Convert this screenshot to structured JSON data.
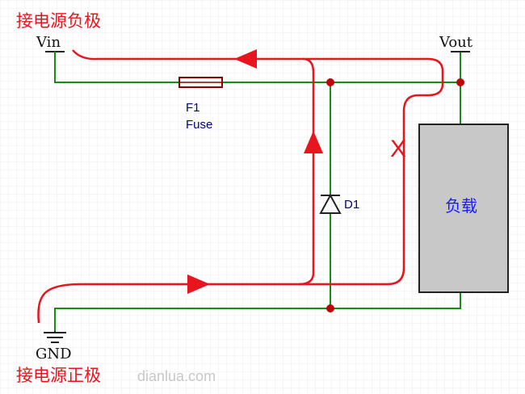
{
  "annotations": {
    "top_label": "接电源负极",
    "bottom_label": "接电源正极",
    "blocked_mark": "X"
  },
  "ports": {
    "vin": "Vin",
    "vout": "Vout",
    "gnd": "GND"
  },
  "components": {
    "fuse": {
      "ref": "F1",
      "value": "Fuse"
    },
    "diode": {
      "ref": "D1"
    },
    "load": {
      "label": "负载"
    }
  },
  "watermark": "dianlua.com",
  "colors": {
    "wire": "#1a8a1a",
    "current_path": "#e8141e",
    "annotation_text": "#e8141e",
    "component_outline": "#8b0000",
    "component_label": "#000080",
    "load_fill": "#c8c8c8",
    "load_label": "#1a1aff",
    "junction": "#c0000a",
    "grid": "#e6e6e6"
  }
}
